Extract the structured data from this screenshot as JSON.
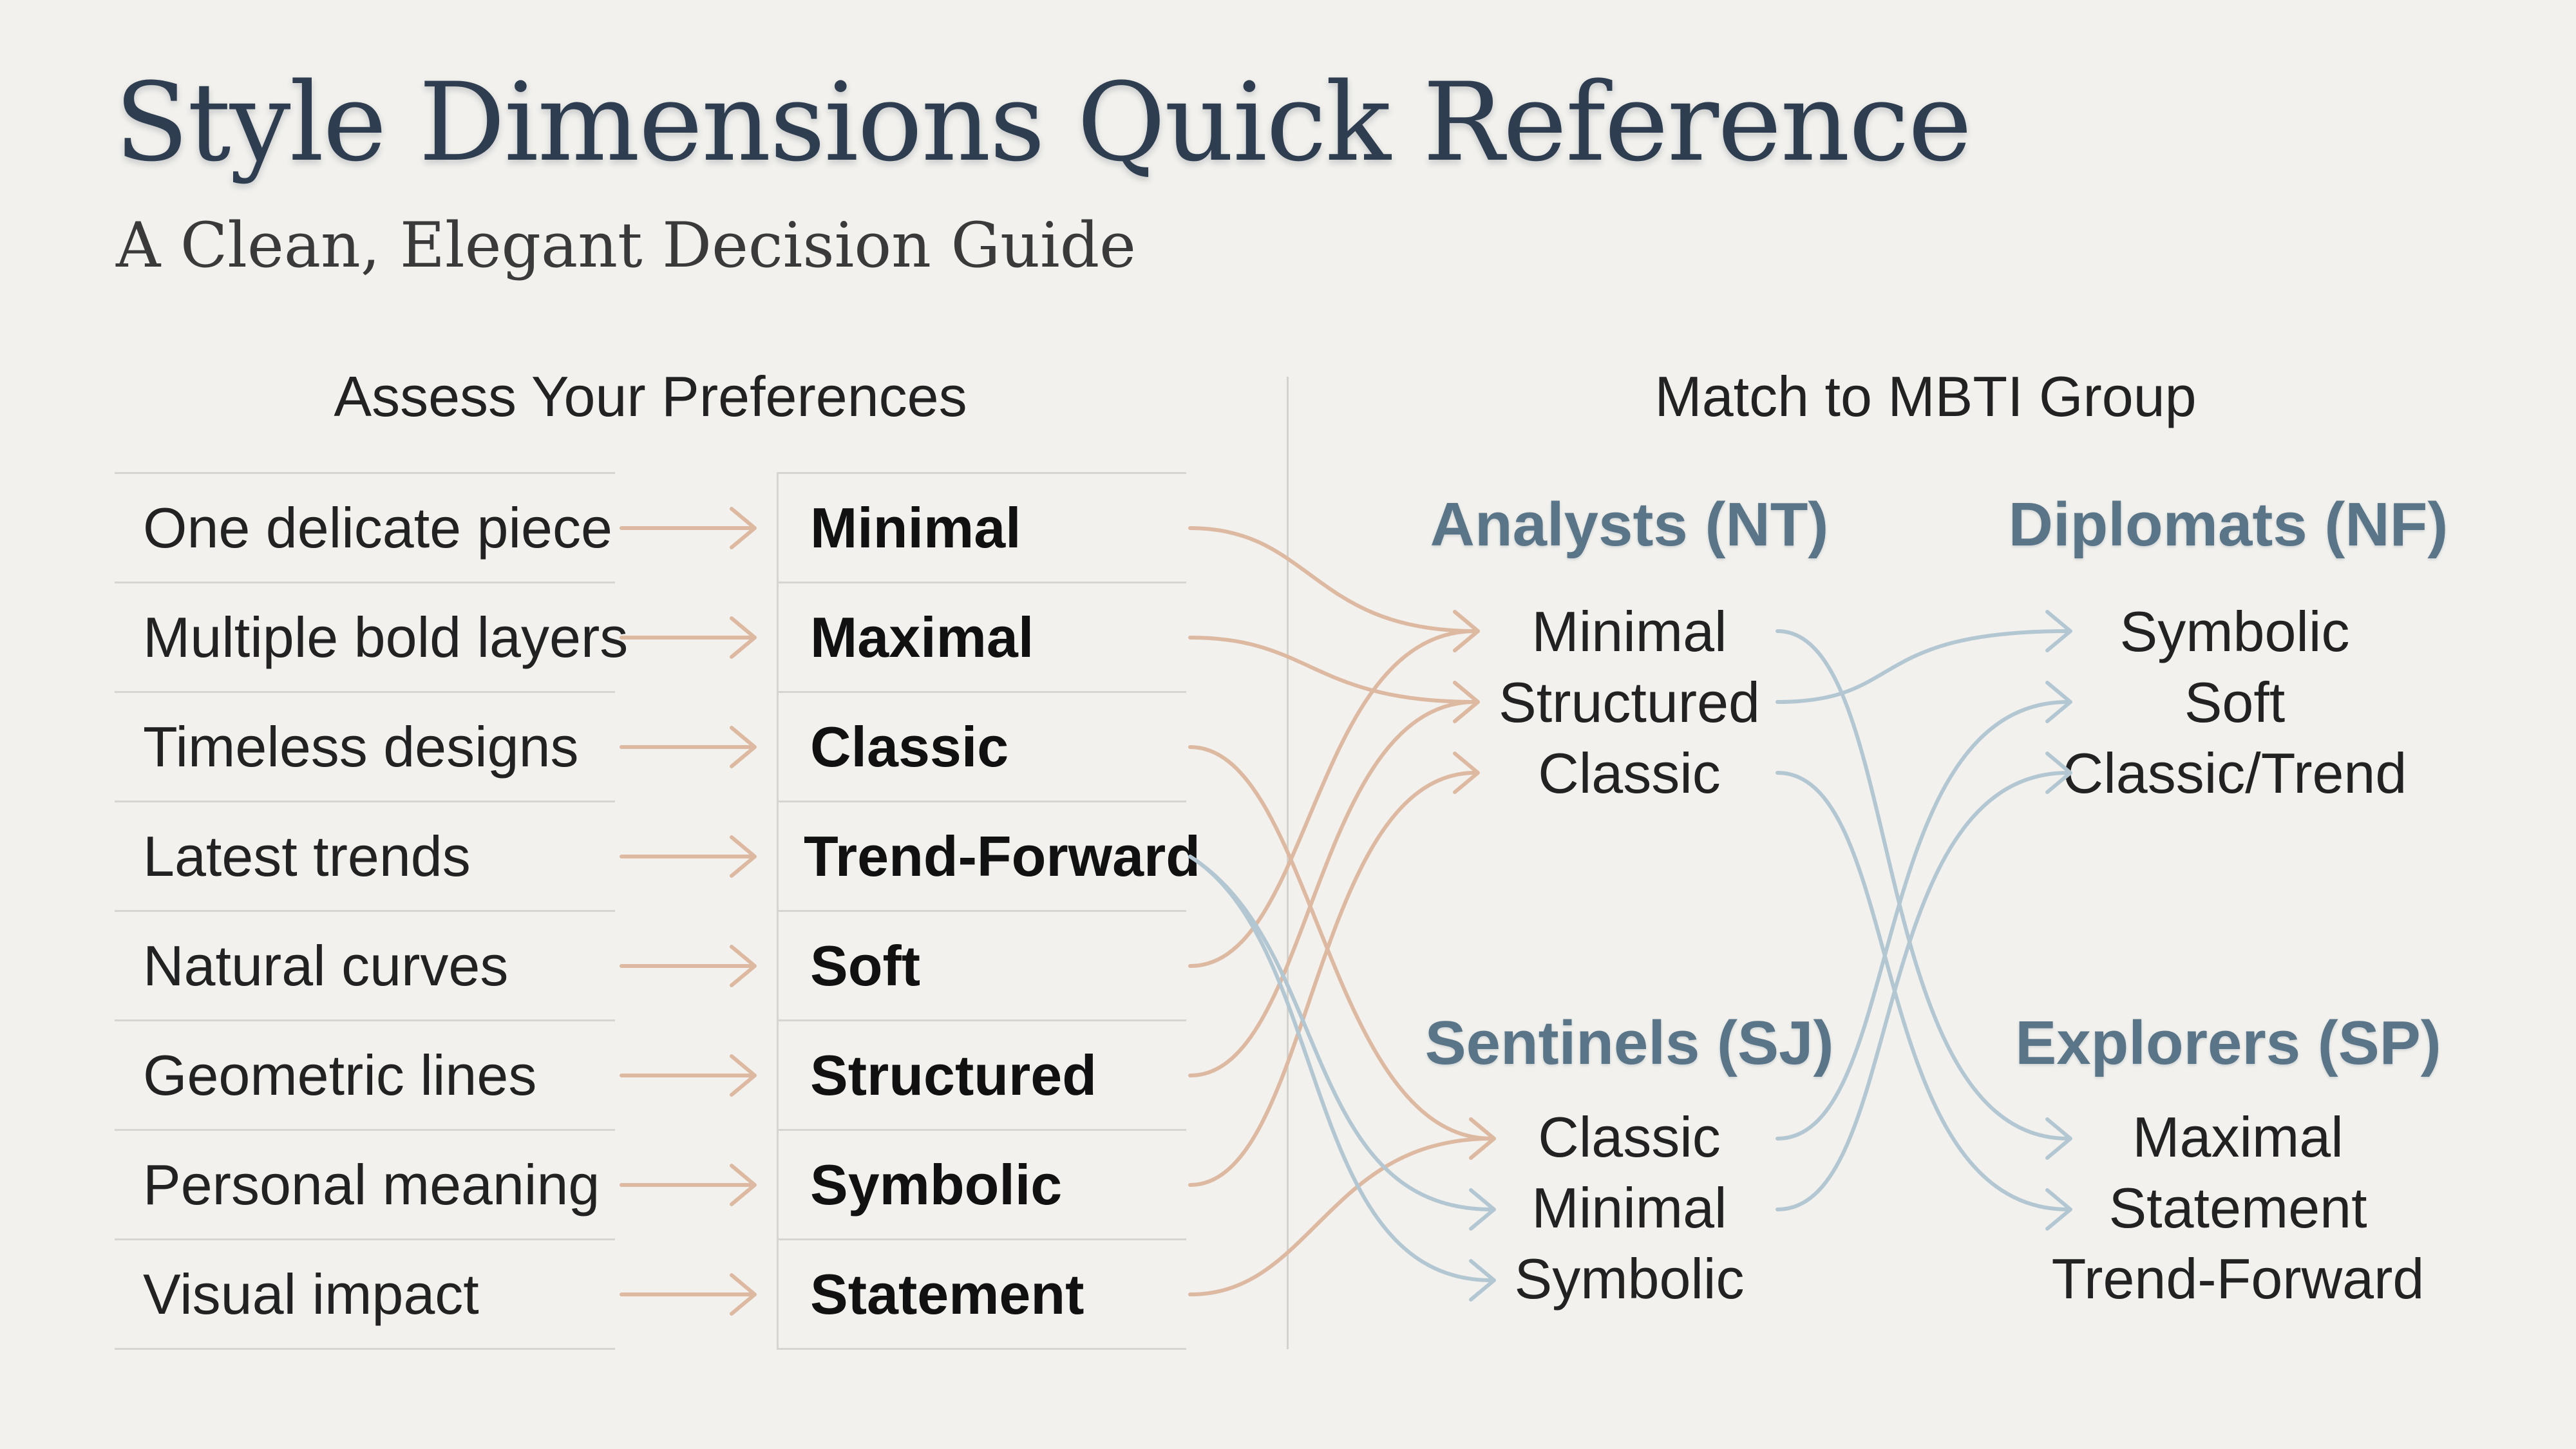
{
  "header": {
    "title": "Style Dimensions Quick Reference",
    "subtitle": "A Clean, Elegant Decision Guide"
  },
  "left_section": {
    "heading": "Assess Your Preferences",
    "rows": [
      {
        "preference": "One delicate piece",
        "style": "Minimal"
      },
      {
        "preference": "Multiple bold layers",
        "style": "Maximal"
      },
      {
        "preference": "Timeless designs",
        "style": "Classic"
      },
      {
        "preference": "Latest trends",
        "style": "Trend-Forward"
      },
      {
        "preference": "Natural curves",
        "style": "Soft"
      },
      {
        "preference": "Geometric lines",
        "style": "Structured"
      },
      {
        "preference": "Personal meaning",
        "style": "Symbolic"
      },
      {
        "preference": "Visual impact",
        "style": "Statement"
      }
    ]
  },
  "right_section": {
    "heading": "Match to MBTI Group",
    "groups": [
      {
        "title": "Analysts (NT)",
        "items": [
          "Minimal",
          "Structured",
          "Classic"
        ]
      },
      {
        "title": "Diplomats (NF)",
        "items": [
          "Symbolic",
          "Soft",
          "Classic/Trend"
        ]
      },
      {
        "title": "Sentinels (SJ)",
        "items": [
          "Classic",
          "Minimal",
          "Symbolic"
        ]
      },
      {
        "title": "Explorers (SP)",
        "items": [
          "Maximal",
          "Statement",
          "Trend-Forward"
        ]
      }
    ]
  },
  "colors": {
    "background": "#f2f1ed",
    "title": "#2f3d50",
    "group_title": "#5a7488",
    "warm_connector": "#ddb9a2",
    "cool_connector": "#b3c7d3",
    "rule": "#d6d5d0"
  }
}
